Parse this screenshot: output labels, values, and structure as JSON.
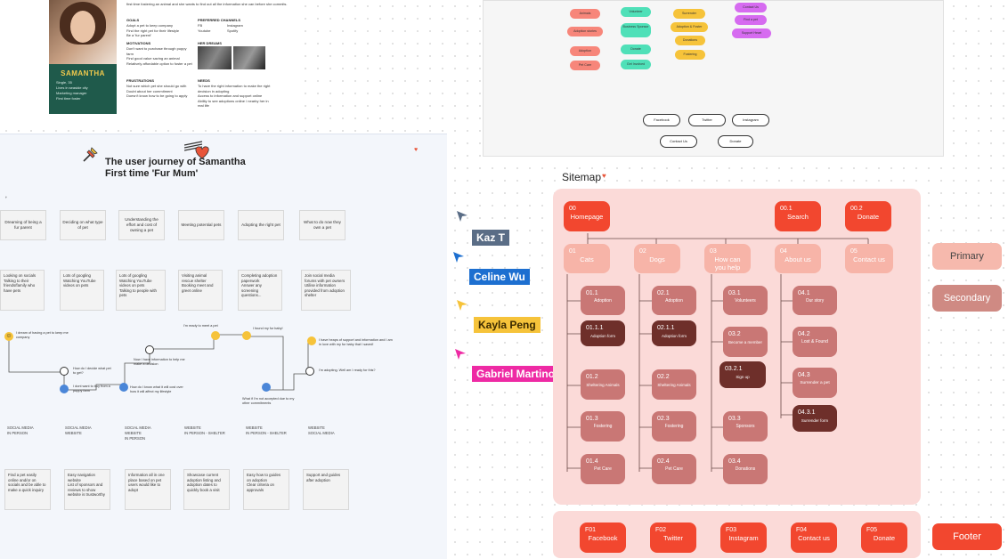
{
  "persona": {
    "intro": "first time fostering an animal and she wants to find out all the information she can before she commits.",
    "name": "SAMANTHA",
    "facts": [
      "Single, 35",
      "Lives in seaside city",
      "Marketing manager",
      "First time foster"
    ],
    "goals_heading": "GOALS",
    "goals": [
      "Adopt a pet to keep company",
      "Find the right pet for their lifestyle",
      "Be a 'fur parent'"
    ],
    "motivations_heading": "MOTIVATIONS",
    "motivations": [
      "Don't want to purchase through puppy farm",
      "Find good value saving an animal",
      "Relatively affordable option to foster a pet"
    ],
    "frustrations_heading": "FRUSTRATIONS",
    "frustrations": [
      "Not sure which pet she should go with",
      "Doubt about her commitment",
      "Doesn't know how to be going to apply"
    ],
    "channels_heading": "PREFERRED CHANNELS",
    "channels": [
      "FB",
      "Youtube",
      "Instagram",
      "Spotify"
    ],
    "day_heading": "HER DREAMS",
    "needs_heading": "NEEDS",
    "needs": [
      "To have the right information to make the right decision in adopting",
      "Access to information and support online",
      "Ability to see adoptions online / nearby her in real life"
    ]
  },
  "journey": {
    "title_line1": "The user journey of Samantha",
    "title_line2": "First time 'Fur Mum'",
    "stages": [
      "Dreaming of being a fur parent",
      "Deciding on what type of pet",
      "Understanding the effort and cost of owning a pet",
      "Meeting potential pets",
      "Adopting the right pet",
      "What to do now they own a pet"
    ],
    "actions": [
      [
        "Looking on socials",
        "Talking to their friends/family who have pets"
      ],
      [
        "Lots of googling",
        "Watching YouTube videos on pets"
      ],
      [
        "Lots of googling",
        "Watching YouTube videos on pets",
        "Talking to people with pets"
      ],
      [
        "Visiting animal rescue shelter",
        "Booking meet and greet online"
      ],
      [
        "Completing adoption paperwork",
        "Answer any screening questions..."
      ],
      [
        "Join social media forums with pet owners",
        "Utilise information provided from adoption shelter"
      ]
    ],
    "emotions": [
      "I dream of having a pet to keep me company",
      "How do I decide what pet to get?",
      "I dont want to buy from a puppy farm",
      "Now I have information to help me make a decision",
      "How do I know what it will cost over how it will affect my lifestyle",
      "I'm ready to meet a pet",
      "I found my fur baby!",
      "What if I'm not accepted due to my other commitments",
      "I have heaps of support and information and I am in love with my fur baby that I saved!",
      "I'm adopting. Well am I ready for this?"
    ],
    "channels": [
      [
        "SOCIAL MEDIA",
        "IN PERSON"
      ],
      [
        "SOCIAL MEDIA",
        "WEBSITE"
      ],
      [
        "SOCIAL MEDIA",
        "WEBSITE",
        "IN PERSON"
      ],
      [
        "WEBSITE",
        "IN PERSON - SHELTER"
      ],
      [
        "WEBSITE",
        "IN PERSON - SHELTER"
      ],
      [
        "WEBSITE",
        "SOCIAL MEDIA"
      ]
    ],
    "opportunities": [
      [
        "Find a pet easily online and/or on socials and be able to make a quick inquiry"
      ],
      [
        "Easy navigation website",
        "List of sponsors and reviews to show website is trustworthy"
      ],
      [
        "Information all in one place based on pet users would like to adopt"
      ],
      [
        "Showcase current adoption listing and adoption dates to quickly book a visit"
      ],
      [
        "Easy how to guides on adoption",
        "Clear criteria on approvals"
      ],
      [
        "Support and guides after adoption"
      ]
    ]
  },
  "ui_board": {
    "pills_red": [
      "Animals",
      "Adoption stories",
      "Adoption",
      "Pet Care"
    ],
    "pills_teal": [
      "Volunteer",
      "Business Sponsor",
      "Donate",
      "Get Involved"
    ],
    "pills_yellow": [
      "Surrender",
      "Adoption & Foster",
      "Donations",
      "Fostering"
    ],
    "pills_purple": [
      "Contact Us",
      "Find a pet",
      "Support Heart"
    ],
    "buttons_row1": [
      "Facebook",
      "Twitter",
      "Instagram"
    ],
    "buttons_row2": [
      "Contact Us",
      "Donate"
    ]
  },
  "collaborators": [
    {
      "name": "Kaz T",
      "color": "#5a6d86",
      "text_color": "#ffffff"
    },
    {
      "name": "Celine Wu",
      "color": "#1d6fd0",
      "text_color": "#ffffff"
    },
    {
      "name": "Kayla Peng",
      "color": "#f6c33a",
      "text_color": "#3b2a00"
    },
    {
      "name": "Gabriel Martino",
      "color": "#ee2aa4",
      "text_color": "#ffffff"
    }
  ],
  "sitemap": {
    "title": "Sitemap",
    "top": [
      {
        "code": "00",
        "label": "Homepage"
      },
      {
        "code": "00.1",
        "label": "Search"
      },
      {
        "code": "00.2",
        "label": "Donate"
      }
    ],
    "primary": [
      {
        "code": "01",
        "label": "Cats"
      },
      {
        "code": "02",
        "label": "Dogs"
      },
      {
        "code": "03",
        "label": "How can you help"
      },
      {
        "code": "04",
        "label": "About us"
      },
      {
        "code": "05",
        "label": "Contact us"
      }
    ],
    "col1": [
      {
        "code": "01.1",
        "label": "Adoption"
      },
      {
        "code": "01.1.1",
        "label": "Adoption form"
      },
      {
        "code": "01.2",
        "label": "Sheltering Animals"
      },
      {
        "code": "01.3",
        "label": "Fostering"
      },
      {
        "code": "01.4",
        "label": "Pet Care"
      }
    ],
    "col2": [
      {
        "code": "02.1",
        "label": "Adoption"
      },
      {
        "code": "02.1.1",
        "label": "Adoption form"
      },
      {
        "code": "02.2",
        "label": "Sheltering Animals"
      },
      {
        "code": "02.3",
        "label": "Fostering"
      },
      {
        "code": "02.4",
        "label": "Pet Care"
      }
    ],
    "col3": [
      {
        "code": "03.1",
        "label": "Volunteers"
      },
      {
        "code": "03.2",
        "label": "Become a member"
      },
      {
        "code": "03.2.1",
        "label": "Sign up"
      },
      {
        "code": "03.3",
        "label": "Sponsors"
      },
      {
        "code": "03.4",
        "label": "Donations"
      }
    ],
    "col4": [
      {
        "code": "04.1",
        "label": "Our story"
      },
      {
        "code": "04.2",
        "label": "Lost & Found"
      },
      {
        "code": "04.3",
        "label": "Surrender a pet"
      },
      {
        "code": "04.3.1",
        "label": "Surrender form"
      }
    ],
    "footer": [
      {
        "code": "F01",
        "label": "Facebook"
      },
      {
        "code": "F02",
        "label": "Twitter"
      },
      {
        "code": "F03",
        "label": "Instagram"
      },
      {
        "code": "F04",
        "label": "Contact us"
      },
      {
        "code": "F05",
        "label": "Donate"
      }
    ],
    "legend": {
      "primary": "Primary",
      "secondary": "Secondary",
      "footer": "Footer"
    }
  }
}
